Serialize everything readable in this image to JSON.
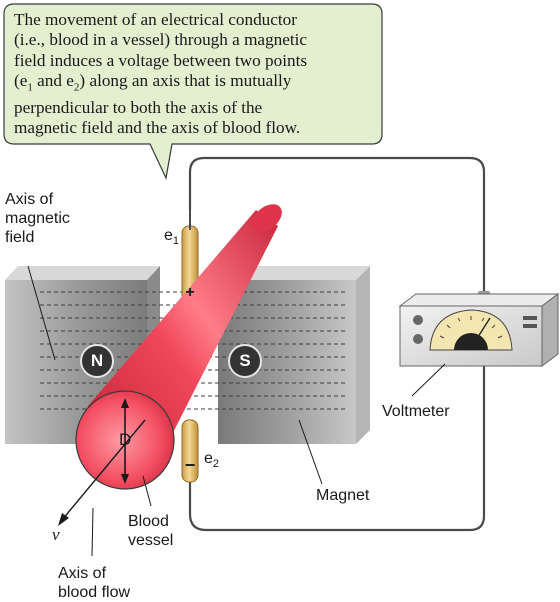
{
  "callout": {
    "lines": [
      "The movement of an electrical conductor",
      "(i.e., blood in a vessel) through a magnetic",
      "field induces a voltage between two points",
      "along an axis that is mutually",
      "perpendicular to both the axis of the",
      "magnetic field and the axis of blood flow."
    ],
    "line4_prefix": "(e",
    "line4_sub1": "1",
    "line4_and": " and e",
    "line4_sub2": "2",
    "line4_close": ")",
    "fill_color": "#e3efcf",
    "stroke_color": "#3a3a3a"
  },
  "labels": {
    "axis_field": [
      "Axis of",
      "magnetic",
      "field"
    ],
    "e1": "e",
    "e1_sub": "1",
    "e2": "e",
    "e2_sub": "2",
    "pole_n": "N",
    "pole_s": "S",
    "diameter": "D",
    "velocity": "v",
    "plus": "+",
    "minus": "−",
    "blood_vessel": [
      "Blood",
      "vessel"
    ],
    "axis_flow": [
      "Axis of",
      "blood flow"
    ],
    "magnet": "Magnet",
    "voltmeter": "Voltmeter"
  },
  "colors": {
    "vessel": "#e8354a",
    "vessel_dark": "#b51d33",
    "magnet": "#9a9a9a",
    "electrode": "#e9c27a",
    "voltmeter_face": "#f4e6b0"
  }
}
